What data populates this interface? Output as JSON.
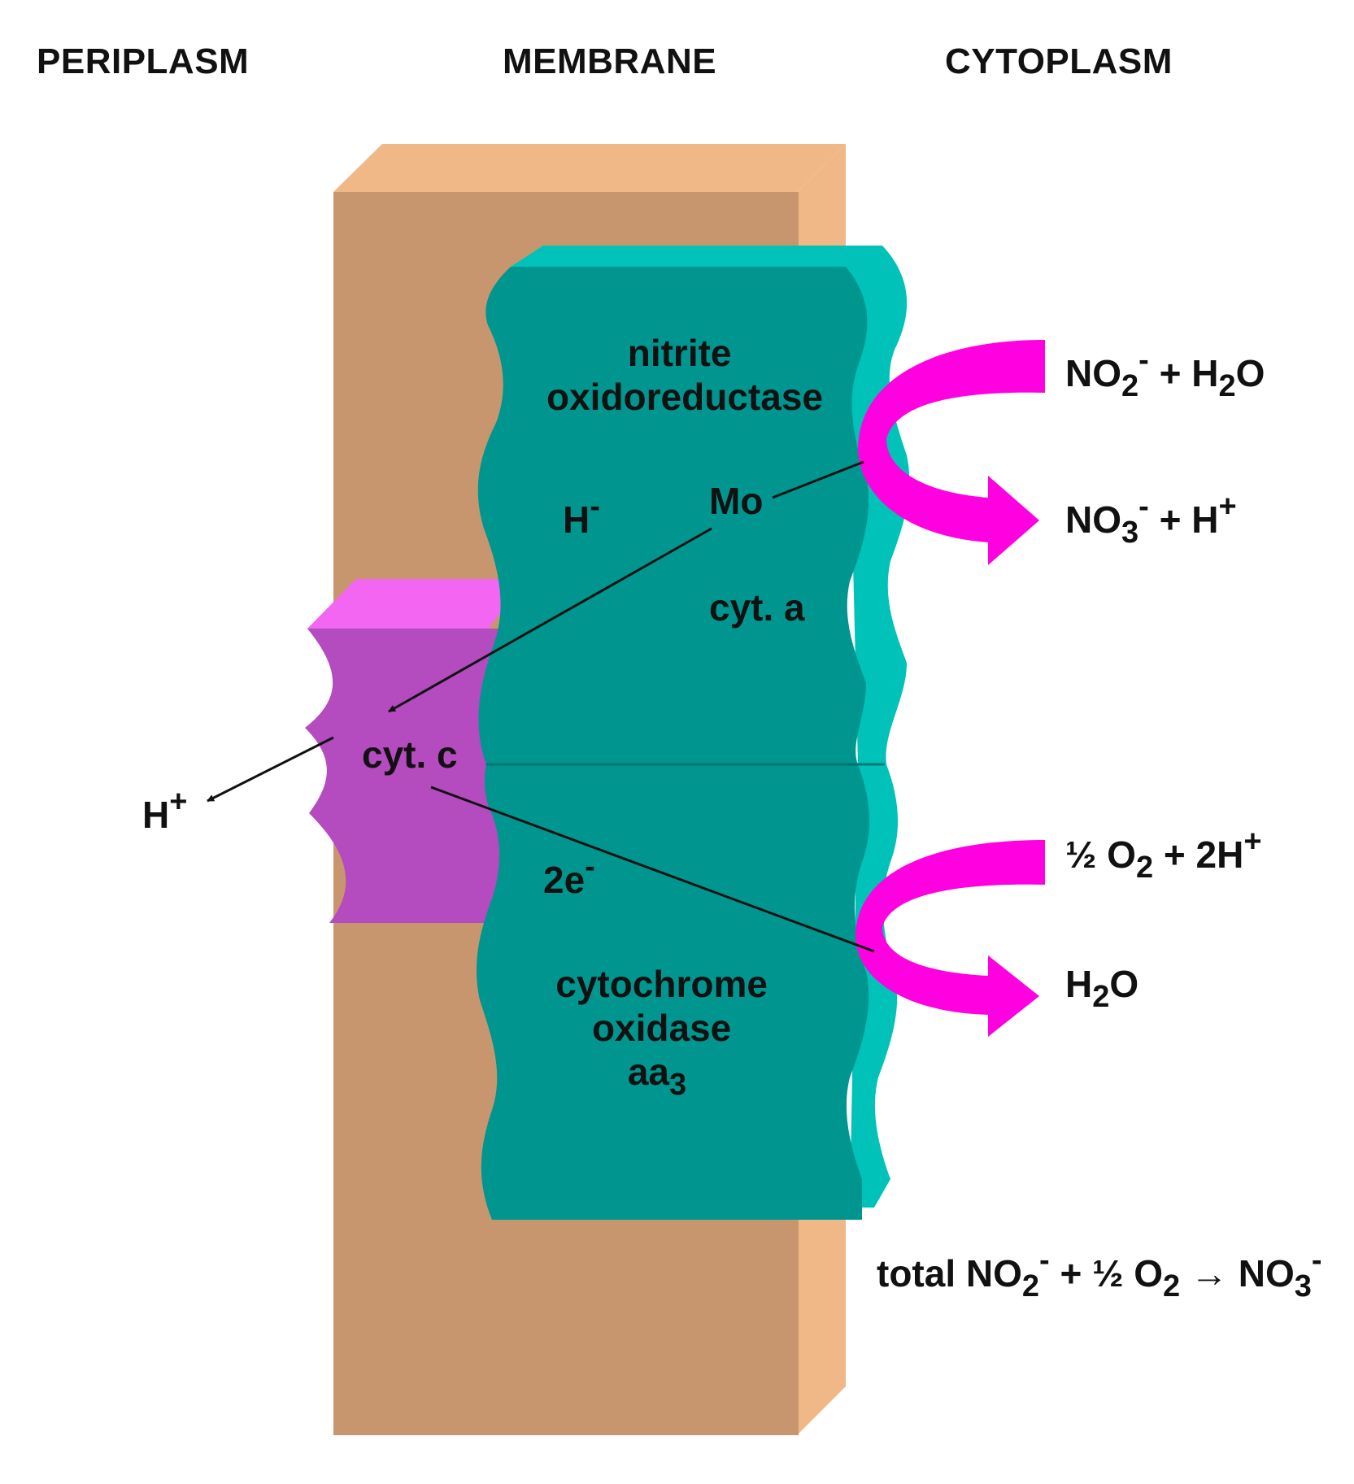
{
  "regions": {
    "left": "PERIPLASM",
    "middle": "MEMBRANE",
    "right": "CYTOPLASM"
  },
  "enzymes": {
    "nitrite_oxidoreductase": [
      "nitrite",
      "oxidoreductase"
    ],
    "cytochrome_oxidase": [
      "cytochrome",
      "oxidase",
      "aa",
      "3"
    ]
  },
  "labels": {
    "h_minus": [
      "H",
      "-"
    ],
    "mo": "Mo",
    "cyt_a": "cyt. a",
    "cyt_c": "cyt. c",
    "h_plus_out": [
      "H",
      "+"
    ],
    "two_e": [
      "2e",
      "-"
    ]
  },
  "reactions": {
    "nitrite_in": [
      "NO",
      "2",
      "-",
      " + H",
      "2",
      "O"
    ],
    "nitrate_out": [
      "NO",
      "3",
      "-",
      " + H",
      "+"
    ],
    "oxygen_in": [
      "½ O",
      "2",
      " + 2H",
      "+"
    ],
    "water_out": [
      "H",
      "2",
      "O"
    ],
    "total": [
      "total NO",
      "2",
      "-",
      " + ½ O",
      "2",
      " → NO",
      "3",
      "-"
    ]
  },
  "colors": {
    "membrane_front": "#c8966e",
    "membrane_top": "#f0b887",
    "membrane_side": "#f0b887",
    "enzyme_front": "#00968f",
    "enzyme_side": "#00c2b8",
    "cyt_c_front": "#b44bbe",
    "cyt_c_top": "#f266f2",
    "flow_arrow": "#ff00e0",
    "electron_line": "#111111"
  }
}
